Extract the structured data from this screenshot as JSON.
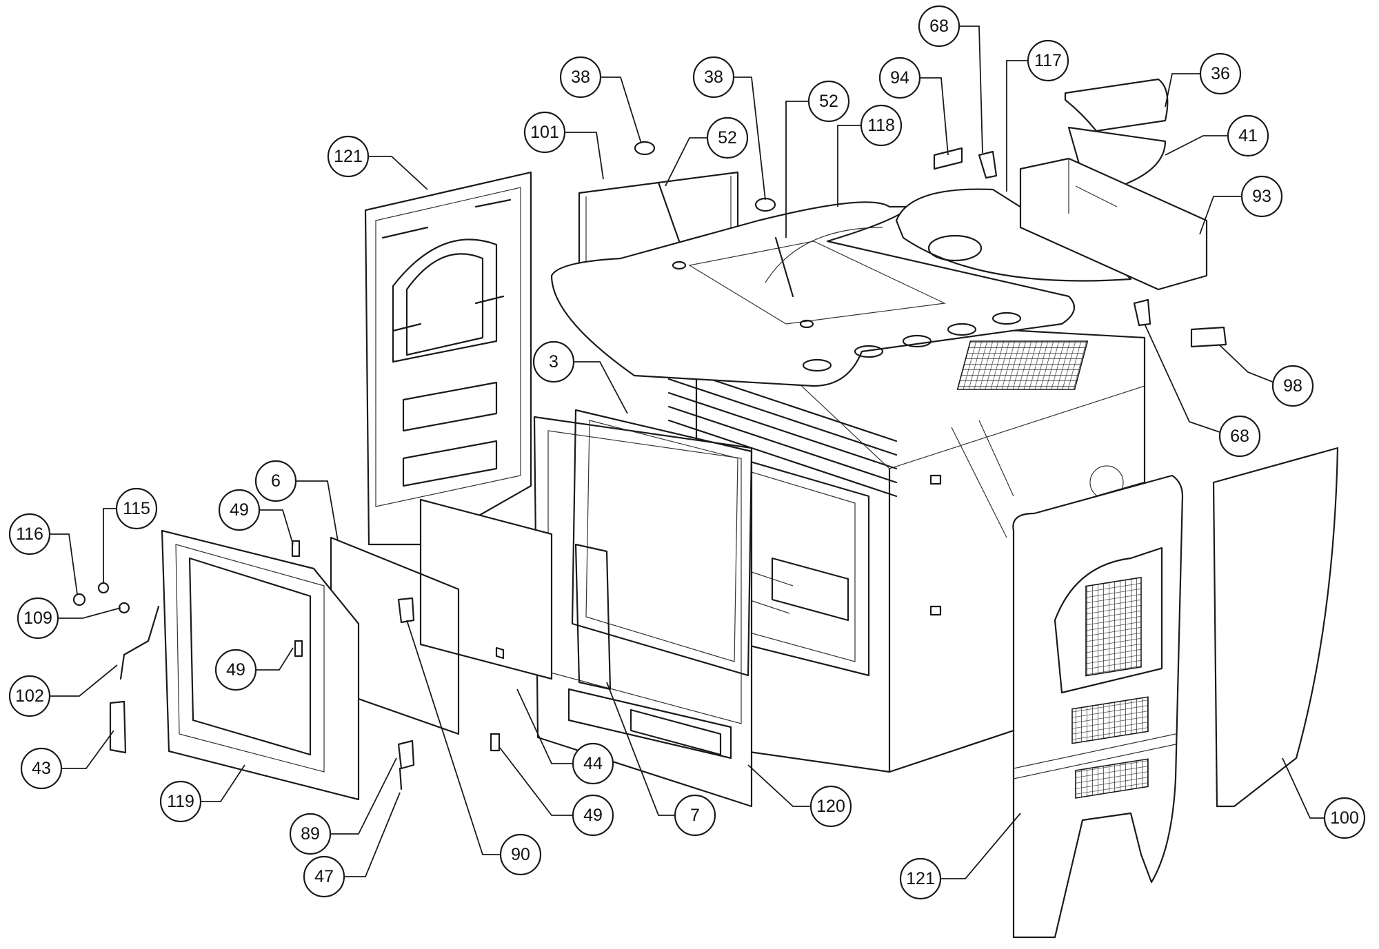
{
  "callouts": [
    {
      "id": "c-38a",
      "label": "38"
    },
    {
      "id": "c-38b",
      "label": "38"
    },
    {
      "id": "c-52a",
      "label": "52"
    },
    {
      "id": "c-52b",
      "label": "52"
    },
    {
      "id": "c-68a",
      "label": "68"
    },
    {
      "id": "c-68b",
      "label": "68"
    },
    {
      "id": "c-94",
      "label": "94"
    },
    {
      "id": "c-117",
      "label": "117"
    },
    {
      "id": "c-36",
      "label": "36"
    },
    {
      "id": "c-41",
      "label": "41"
    },
    {
      "id": "c-93",
      "label": "93"
    },
    {
      "id": "c-98",
      "label": "98"
    },
    {
      "id": "c-101",
      "label": "101"
    },
    {
      "id": "c-118",
      "label": "118"
    },
    {
      "id": "c-121a",
      "label": "121"
    },
    {
      "id": "c-121b",
      "label": "121"
    },
    {
      "id": "c-3",
      "label": "3"
    },
    {
      "id": "c-6",
      "label": "6"
    },
    {
      "id": "c-49a",
      "label": "49"
    },
    {
      "id": "c-49b",
      "label": "49"
    },
    {
      "id": "c-49c",
      "label": "49"
    },
    {
      "id": "c-116",
      "label": "116"
    },
    {
      "id": "c-115",
      "label": "115"
    },
    {
      "id": "c-109",
      "label": "109"
    },
    {
      "id": "c-102",
      "label": "102"
    },
    {
      "id": "c-43",
      "label": "43"
    },
    {
      "id": "c-119",
      "label": "119"
    },
    {
      "id": "c-89",
      "label": "89"
    },
    {
      "id": "c-47",
      "label": "47"
    },
    {
      "id": "c-90",
      "label": "90"
    },
    {
      "id": "c-44",
      "label": "44"
    },
    {
      "id": "c-7",
      "label": "7"
    },
    {
      "id": "c-120",
      "label": "120"
    },
    {
      "id": "c-100",
      "label": "100"
    }
  ]
}
